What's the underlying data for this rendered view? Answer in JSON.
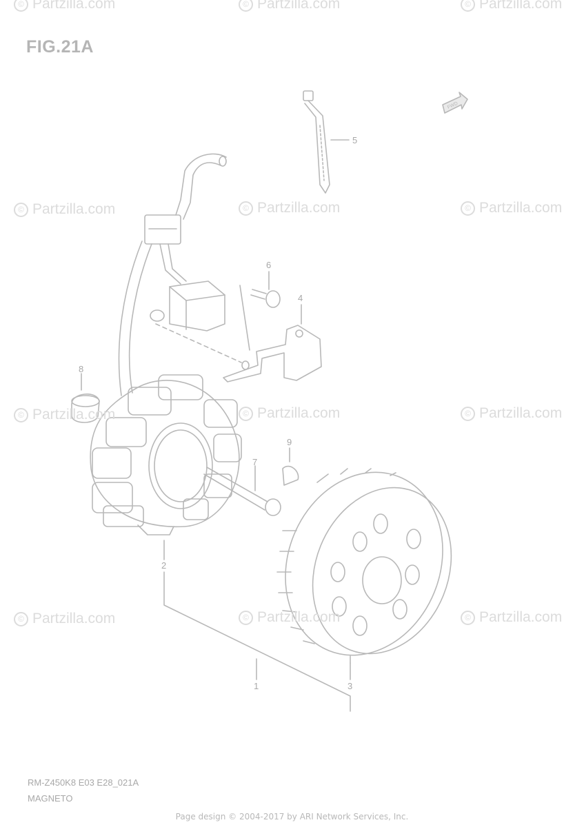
{
  "figure": {
    "title": "FIG.21A",
    "code": "RM-Z450K8 E03 E28_021A",
    "name": "MAGNETO"
  },
  "watermark": {
    "symbol": "©",
    "text": "Partzilla.com"
  },
  "callouts": [
    "1",
    "2",
    "3",
    "4",
    "5",
    "6",
    "7",
    "8",
    "9"
  ],
  "arrow_label": "FWD",
  "footer": "Page design © 2004-2017 by ARI Network Services, Inc.",
  "colors": {
    "line": "#b8b8b8",
    "watermark": "#dcdcdc"
  }
}
